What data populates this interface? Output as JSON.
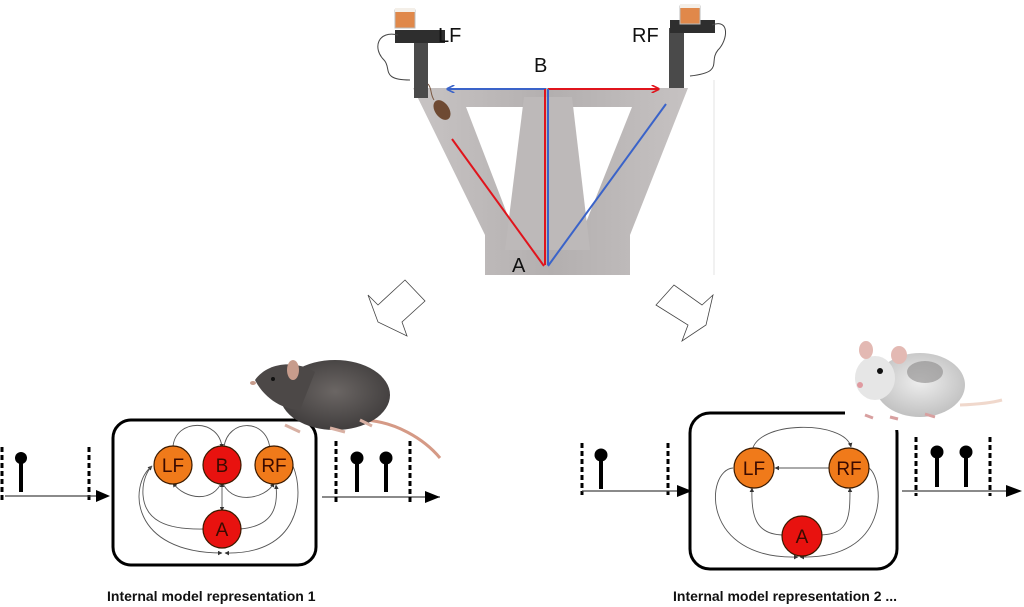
{
  "maze": {
    "labels": {
      "lf": "LF",
      "rf": "RF",
      "b": "B",
      "a": "A"
    },
    "colors": {
      "floor": "#b9b5b5",
      "wall": "#555555",
      "red_path": "#e0141c",
      "blue_path": "#3a63c9",
      "reward": "#e0884a"
    }
  },
  "models": [
    {
      "caption": "Internal model representation  1",
      "nodes": [
        {
          "id": "LF",
          "label": "LF",
          "color": "#f07a1a"
        },
        {
          "id": "B",
          "label": "B",
          "color": "#e8120f"
        },
        {
          "id": "RF",
          "label": "RF",
          "color": "#f07a1a"
        },
        {
          "id": "A",
          "label": "A",
          "color": "#e8120f"
        }
      ],
      "input_spikes": 1,
      "output_spikes": 2,
      "rat": "dark-brown-rat"
    },
    {
      "caption": "Internal model representation  2 ...",
      "nodes": [
        {
          "id": "LF",
          "label": "LF",
          "color": "#f07a1a"
        },
        {
          "id": "RF",
          "label": "RF",
          "color": "#f07a1a"
        },
        {
          "id": "A",
          "label": "A",
          "color": "#e8120f"
        }
      ],
      "input_spikes": 1,
      "output_spikes": 2,
      "rat": "grey-white-rat"
    }
  ]
}
